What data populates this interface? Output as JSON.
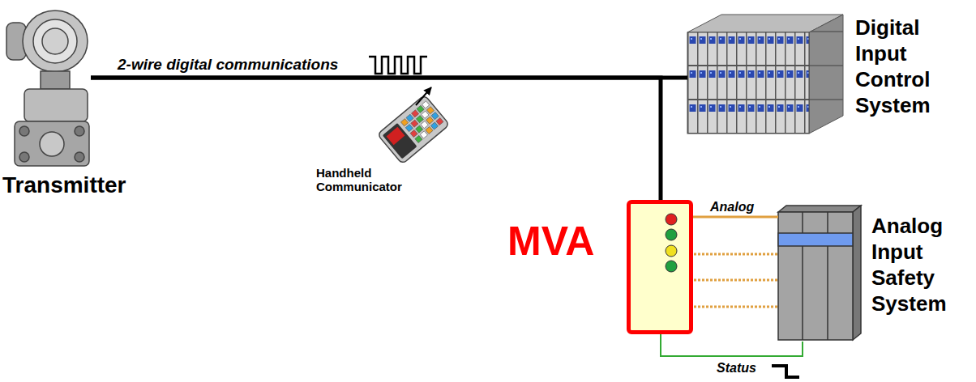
{
  "diagram": {
    "nodes": [
      {
        "text": [
          "Transmitter"
        ]
      },
      {
        "text": [
          "Handheld Communicator"
        ]
      },
      {
        "text": [
          "Digital Input Control System"
        ]
      },
      {
        "text": [
          "MVA"
        ]
      },
      {
        "text": [
          "Analog Input Safety System"
        ]
      }
    ],
    "edges": [
      {
        "from": 0,
        "to": 2,
        "arrow": "none",
        "label": "2-wire digital communications"
      },
      {
        "from": 0,
        "to": 3,
        "arrow": "none"
      },
      {
        "from": 3,
        "to": 4,
        "arrow": "none",
        "label": "Analog"
      },
      {
        "from": 3,
        "to": 4,
        "arrow": "none",
        "label": "Status"
      }
    ]
  }
}
